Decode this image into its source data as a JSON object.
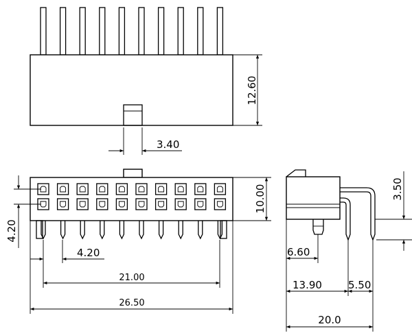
{
  "dimensions": {
    "body_height": "12.60",
    "latch_width": "3.40",
    "housing_height": "10.00",
    "row_pitch": "4.20",
    "pin_pitch": "4.20",
    "pin_span": "21.00",
    "overall_width": "26.50",
    "side_pin_offset": "3.50",
    "side_peg": "6.60",
    "side_pin_row1": "13.90",
    "side_pin_row2": "5.50",
    "side_depth": "20.0"
  },
  "layout": {
    "pins_per_row": 10,
    "rows": 2
  }
}
